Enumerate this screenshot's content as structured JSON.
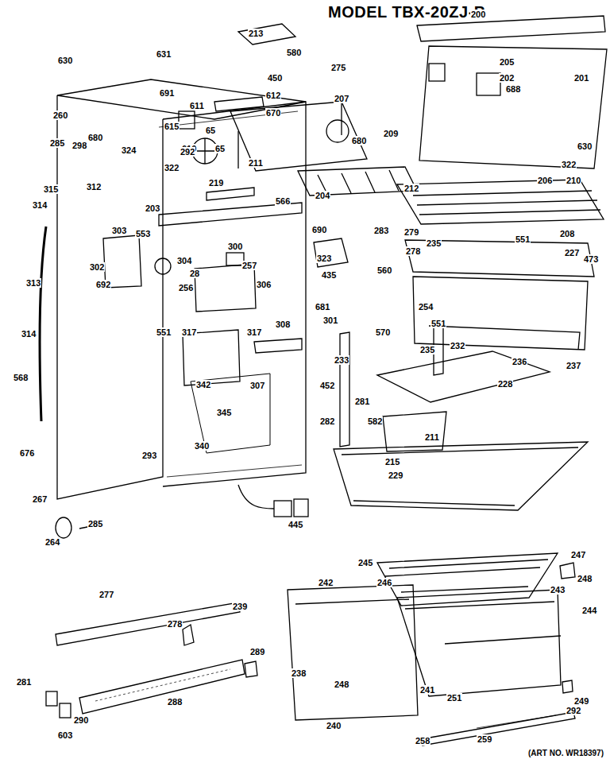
{
  "diagram": {
    "title": "MODEL TBX-20ZJ-B",
    "caption": "(ART NO. WR18397)",
    "labels": [
      "200",
      "213",
      "630",
      "631",
      "580",
      "275",
      "450",
      "205",
      "202",
      "201",
      "688",
      "691",
      "611",
      "612",
      "670",
      "207",
      "260",
      "615",
      "65",
      "209",
      "680",
      "285",
      "298",
      "680",
      "610",
      "65",
      "324",
      "292",
      "630",
      "322",
      "211",
      "322",
      "206",
      "210",
      "312",
      "315",
      "219",
      "212",
      "204",
      "566",
      "314",
      "203",
      "283",
      "279",
      "553",
      "690",
      "208",
      "551",
      "303",
      "235",
      "278",
      "300",
      "227",
      "473",
      "323",
      "304",
      "28",
      "257",
      "302",
      "435",
      "560",
      "313",
      "692",
      "306",
      "256",
      "254",
      "681",
      "301",
      "308",
      "551",
      "551",
      "317",
      "317",
      "570",
      "314",
      "232",
      "235",
      "233",
      "236",
      "237",
      "568",
      "228",
      "342",
      "307",
      "452",
      "281",
      "345",
      "282",
      "582",
      "211",
      "340",
      "676",
      "293",
      "215",
      "229",
      "267",
      "445",
      "285",
      "264",
      "245",
      "247",
      "242",
      "246",
      "248",
      "243",
      "277",
      "239",
      "244",
      "278",
      "289",
      "238",
      "248",
      "281",
      "249",
      "241",
      "251",
      "288",
      "292",
      "290",
      "240",
      "603",
      "259",
      "258"
    ]
  }
}
